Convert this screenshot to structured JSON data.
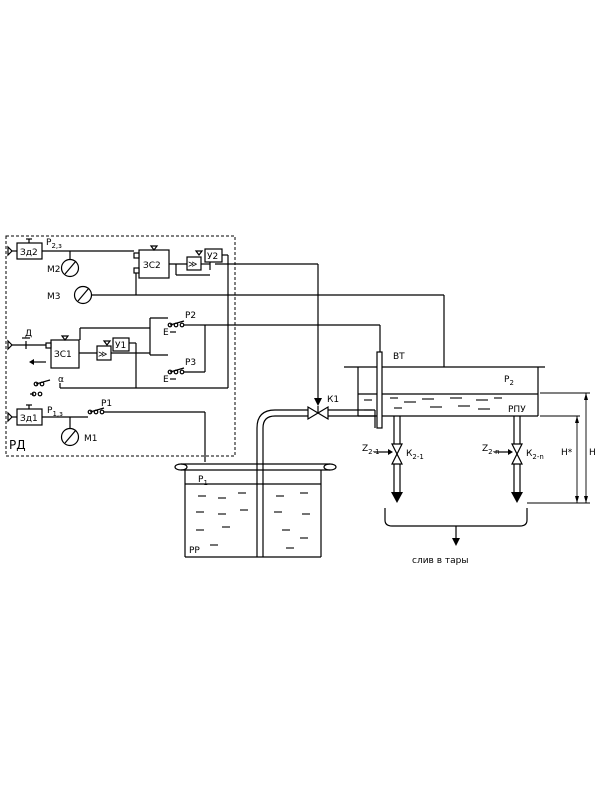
{
  "labels": {
    "zd2": "Зд2",
    "zd1": "Зд1",
    "zs1": "ЗС1",
    "zs2": "ЗС2",
    "u1": "У1",
    "u2": "У2",
    "m1": "М1",
    "m2": "М2",
    "m3": "М3",
    "p2_main": "Р",
    "p2_sub": "2",
    "p2z_main": "Р",
    "p2z_sub": "2,з",
    "p1z_main": "Р",
    "p1z_sub": "1,з",
    "p1_main": "Р",
    "p1_sub": "1",
    "relay_p1": "Р1",
    "relay_p2": "Р2",
    "relay_p3": "Р3",
    "e1": "Е",
    "e2": "Е",
    "d_label": "Д",
    "alpha": "α",
    "rd": "РД",
    "vt": "ВТ",
    "k1": "К1",
    "rpu": "РПУ",
    "rr": "РР",
    "z21_main": "Z",
    "z21_sub": "2-1",
    "k21_main": "К",
    "k21_sub": "2-1",
    "z2n_main": "Z",
    "z2n_sub": "2-n",
    "k2n_main": "К",
    "k2n_sub": "2-n",
    "h_star": "Н*",
    "h": "Н",
    "drain": "слив в тары"
  }
}
